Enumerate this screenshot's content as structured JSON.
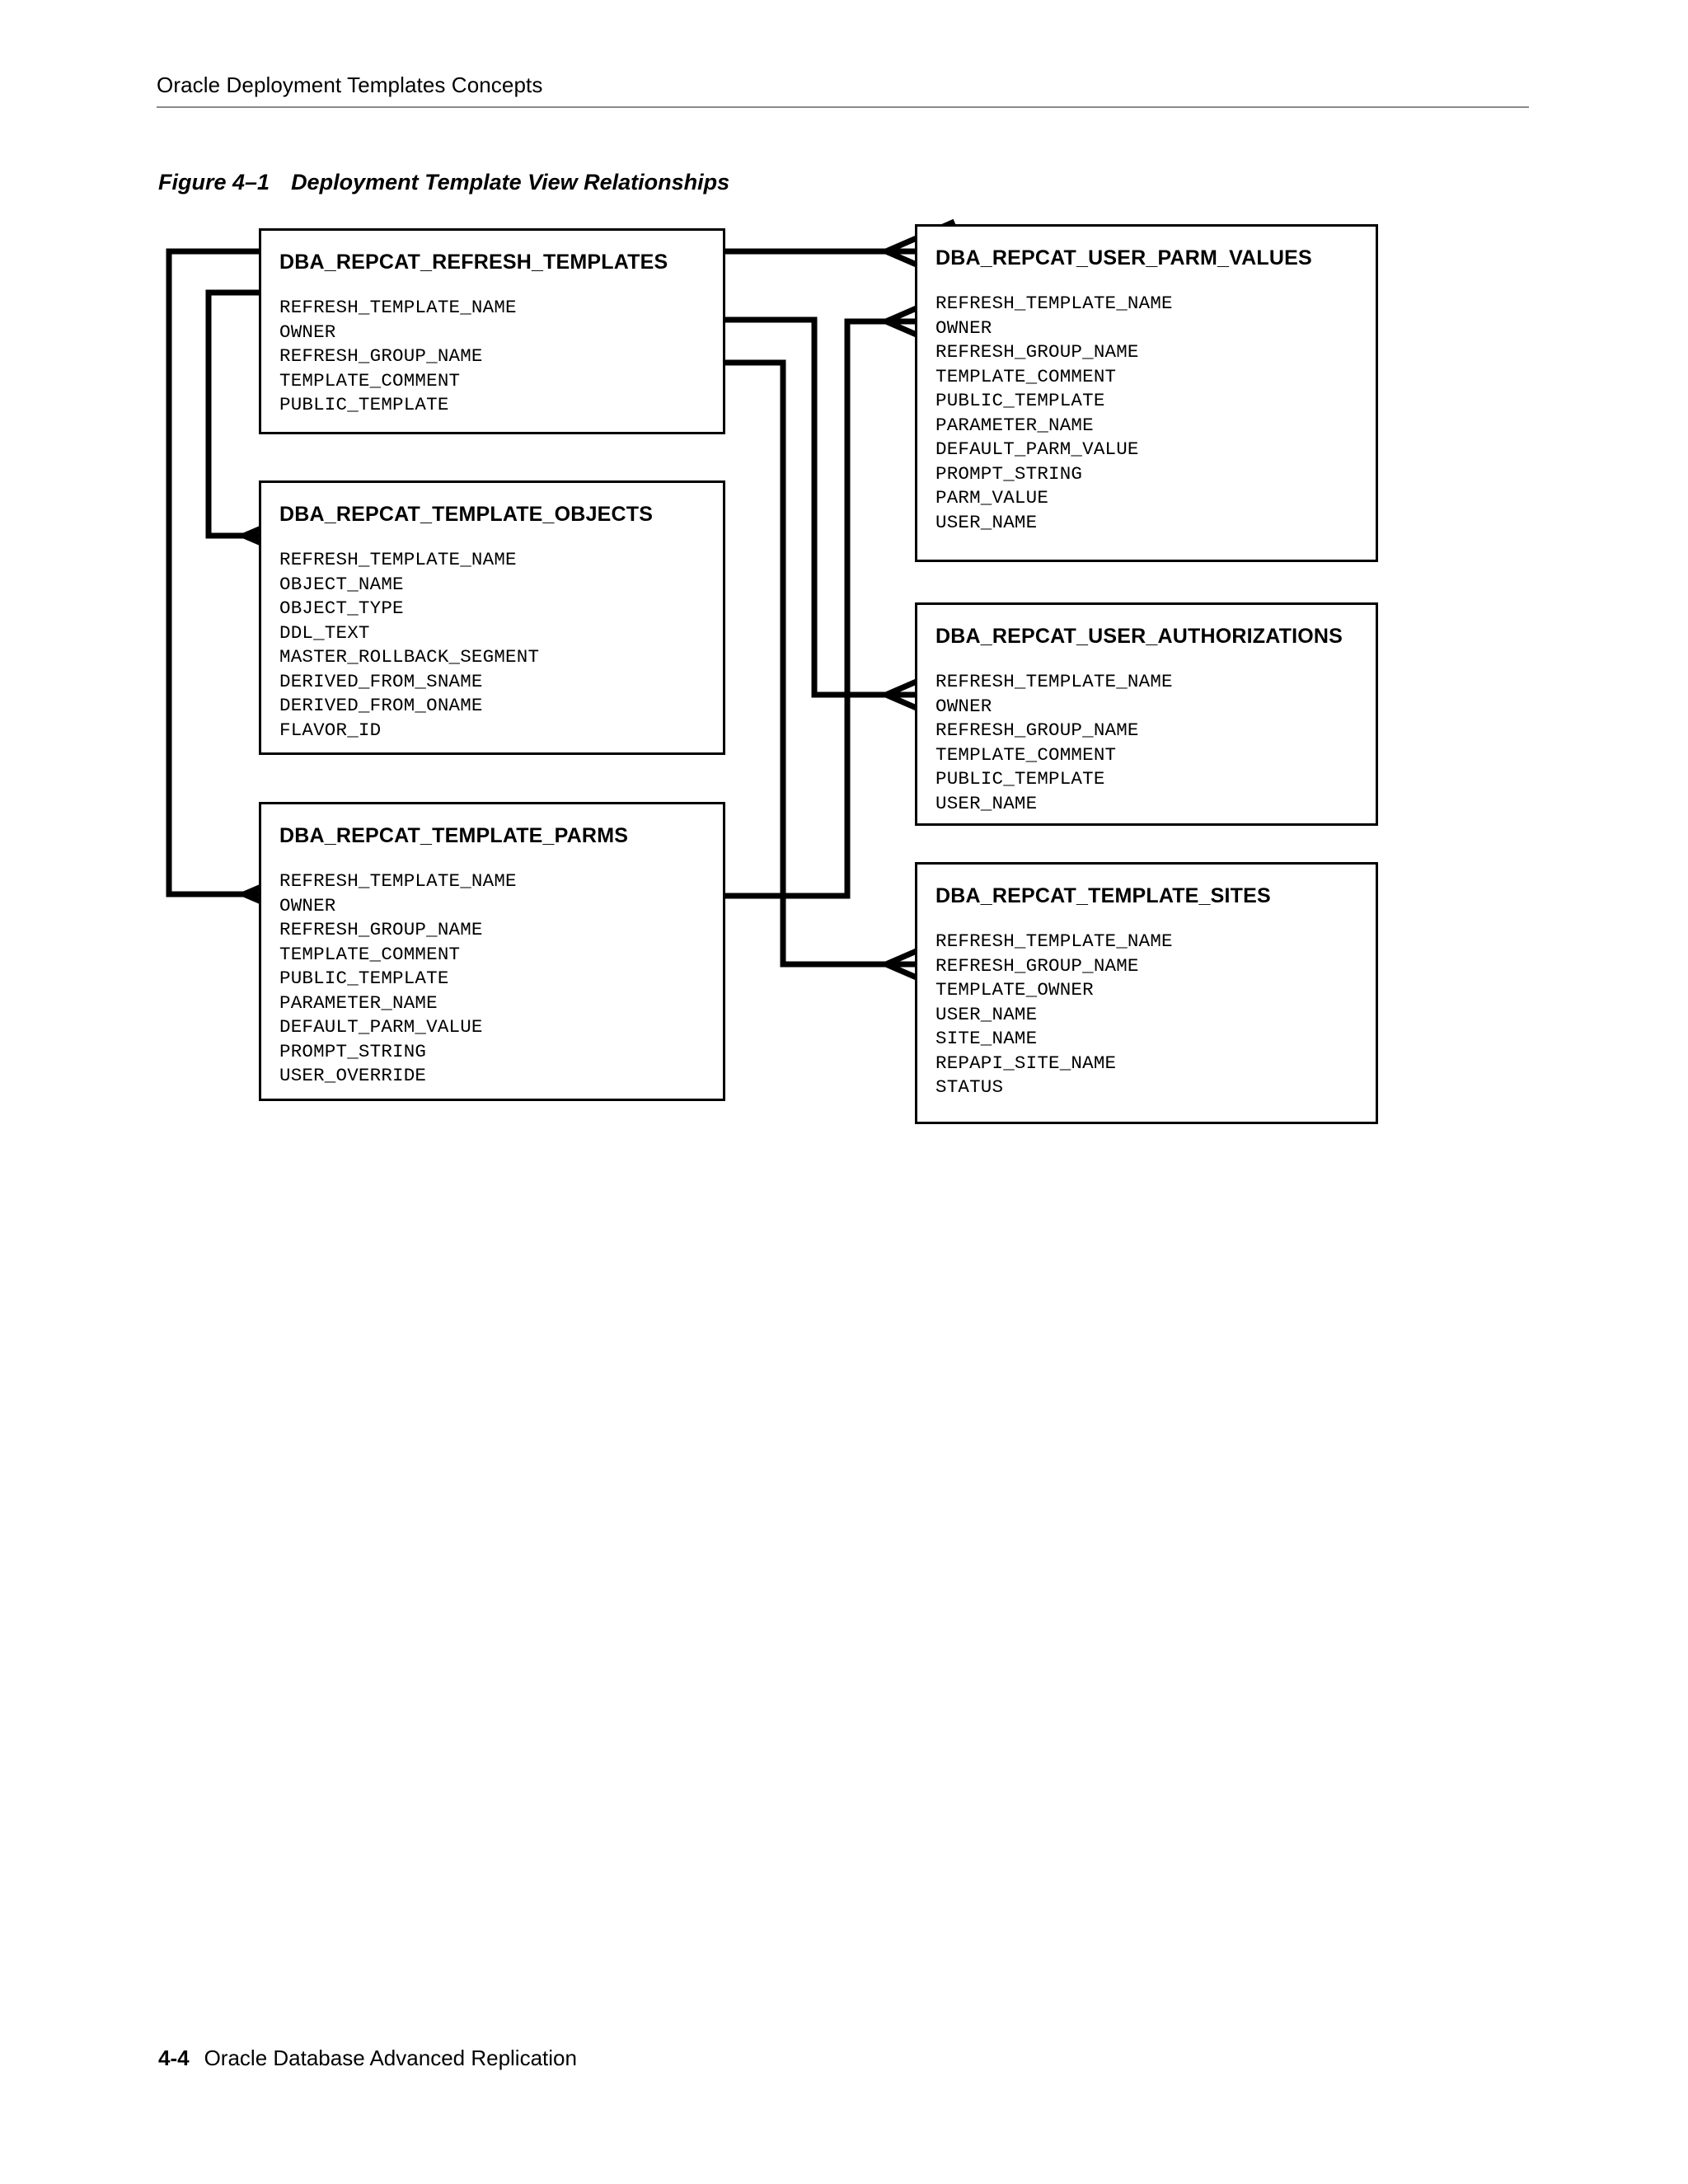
{
  "header": {
    "running_head": "Oracle Deployment Templates Concepts"
  },
  "figure": {
    "number": "Figure 4–1",
    "title": "Deployment Template View Relationships",
    "line_color": "#000000",
    "box_border_color": "#000000",
    "entities": [
      {
        "id": "dba-repcat-refresh-templates",
        "title": "DBA_REPCAT_REFRESH_TEMPLATES",
        "fields": [
          "REFRESH_TEMPLATE_NAME",
          "OWNER",
          "REFRESH_GROUP_NAME",
          "TEMPLATE_COMMENT",
          "PUBLIC_TEMPLATE"
        ]
      },
      {
        "id": "dba-repcat-template-objects",
        "title": "DBA_REPCAT_TEMPLATE_OBJECTS",
        "fields": [
          "REFRESH_TEMPLATE_NAME",
          "OBJECT_NAME",
          "OBJECT_TYPE",
          "DDL_TEXT",
          "MASTER_ROLLBACK_SEGMENT",
          "DERIVED_FROM_SNAME",
          "DERIVED_FROM_ONAME",
          "FLAVOR_ID"
        ]
      },
      {
        "id": "dba-repcat-template-parms",
        "title": "DBA_REPCAT_TEMPLATE_PARMS",
        "fields": [
          "REFRESH_TEMPLATE_NAME",
          "OWNER",
          "REFRESH_GROUP_NAME",
          "TEMPLATE_COMMENT",
          "PUBLIC_TEMPLATE",
          "PARAMETER_NAME",
          "DEFAULT_PARM_VALUE",
          "PROMPT_STRING",
          "USER_OVERRIDE"
        ]
      },
      {
        "id": "dba-repcat-user-parm-values",
        "title": "DBA_REPCAT_USER_PARM_VALUES",
        "fields": [
          "REFRESH_TEMPLATE_NAME",
          "OWNER",
          "REFRESH_GROUP_NAME",
          "TEMPLATE_COMMENT",
          "PUBLIC_TEMPLATE",
          "PARAMETER_NAME",
          "DEFAULT_PARM_VALUE",
          "PROMPT_STRING",
          "PARM_VALUE",
          "USER_NAME"
        ]
      },
      {
        "id": "dba-repcat-user-authorizations",
        "title": "DBA_REPCAT_USER_AUTHORIZATIONS",
        "fields": [
          "REFRESH_TEMPLATE_NAME",
          "OWNER",
          "REFRESH_GROUP_NAME",
          "TEMPLATE_COMMENT",
          "PUBLIC_TEMPLATE",
          "USER_NAME"
        ]
      },
      {
        "id": "dba-repcat-template-sites",
        "title": "DBA_REPCAT_TEMPLATE_SITES",
        "fields": [
          "REFRESH_TEMPLATE_NAME",
          "REFRESH_GROUP_NAME",
          "TEMPLATE_OWNER",
          "USER_NAME",
          "SITE_NAME",
          "REPAPI_SITE_NAME",
          "STATUS"
        ]
      }
    ],
    "relationships": [
      {
        "from": "dba-repcat-refresh-templates",
        "to": "dba-repcat-template-objects",
        "cardinality": "one-to-many"
      },
      {
        "from": "dba-repcat-refresh-templates",
        "to": "dba-repcat-template-parms",
        "cardinality": "one-to-many"
      },
      {
        "from": "dba-repcat-refresh-templates",
        "to": "dba-repcat-user-parm-values",
        "cardinality": "one-to-many"
      },
      {
        "from": "dba-repcat-template-parms",
        "to": "dba-repcat-user-parm-values",
        "cardinality": "one-to-many"
      },
      {
        "from": "dba-repcat-refresh-templates",
        "to": "dba-repcat-user-authorizations",
        "cardinality": "one-to-many"
      },
      {
        "from": "dba-repcat-template-parms",
        "to": "dba-repcat-template-sites",
        "cardinality": "one-to-many"
      }
    ]
  },
  "footer": {
    "page_number": "4-4",
    "book_title": "Oracle Database Advanced Replication"
  }
}
